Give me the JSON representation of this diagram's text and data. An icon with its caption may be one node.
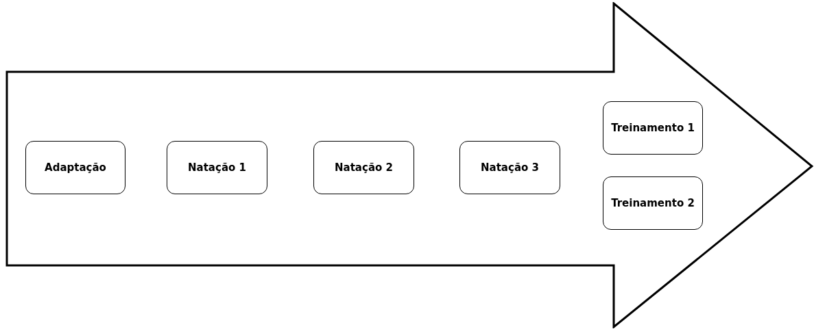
{
  "diagram": {
    "nodes": [
      {
        "text": [],
        "shape": "arrow"
      },
      {
        "text": [
          "Adaptação"
        ],
        "in": 0
      },
      {
        "text": [
          "Natação 1"
        ],
        "in": 0
      },
      {
        "text": [
          "Natação 2"
        ],
        "in": 0
      },
      {
        "text": [
          "Natação 3"
        ],
        "in": 0
      },
      {
        "text": [
          "Treinamento 1"
        ],
        "in": 0
      },
      {
        "text": [
          "Treinamento 2"
        ],
        "in": 0
      }
    ]
  }
}
